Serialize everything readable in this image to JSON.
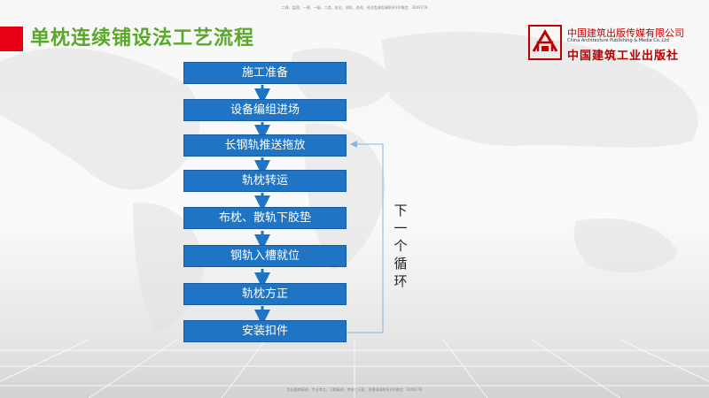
{
  "header": {
    "top_note": "二建、监理、一建、一级、二造、安全、消防、咨询、经济类课程请联系VX/微信：3049178",
    "title": "单枕连续铺设法工艺流程"
  },
  "publisher": {
    "name_cn": "中国建筑出版传媒有限公司",
    "name_en": "China Architecture Publishing & Media Co.,Ltd",
    "brand_cn": "中国建筑工业出版社"
  },
  "flow": {
    "steps": [
      "施工准备",
      "设备编组进场",
      "长钢轨推送拖放",
      "轨枕转运",
      "布枕、散轨下胶垫",
      "钢轨入槽就位",
      "轨枕方正",
      "安装扣件"
    ],
    "loop_label": [
      "下",
      "一",
      "个",
      "循",
      "环"
    ]
  },
  "footer": {
    "note": "包括题库精讲、专业考点、习题精讲，考前三天班、直播课请联系VX/微信：3049178"
  },
  "colors": {
    "step_fill": "#1f74c4",
    "arrow": "#1f74c4",
    "loop_line": "#8ab4d8",
    "title_green": "#5aa82a",
    "title_bar_red": "#e60012"
  }
}
